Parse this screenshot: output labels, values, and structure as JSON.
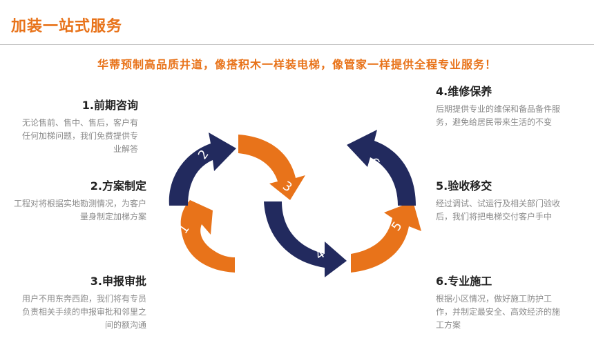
{
  "header": {
    "title": "加装一站式服务"
  },
  "slogan": "华蒂预制高品质井道，像搭积木一样装电梯，像管家一样提供全程专业服务！",
  "colors": {
    "accent_orange": "#E8731A",
    "navy": "#222A5E",
    "title_text": "#222222",
    "desc_text": "#8A8A8A"
  },
  "steps": [
    {
      "title": "1.前期咨询",
      "description": "无论售前、售中、售后，客户有任何加梯问题，我们免费提供专业解答",
      "arrow_number": "2"
    },
    {
      "title": "2.方案制定",
      "description": "工程对将根据实地勘测情况，为客户量身制定加梯方案",
      "arrow_number": "1"
    },
    {
      "title": "3.申报审批",
      "description": "用户不用东奔西跑，我们将有专员负责相关手续的申报审批和邻里之间的额沟通",
      "arrow_number": "3"
    },
    {
      "title": "4.维修保养",
      "description": "后期提供专业的维保和备品备件服务，避免给居民带来生活的不变",
      "arrow_number": "6"
    },
    {
      "title": "5.验收移交",
      "description": "经过调试、试运行及相关部门验收后，我们将把电梯交付客户手中",
      "arrow_number": "5"
    },
    {
      "title": "6.专业施工",
      "description": "根据小区情况，做好施工防护工作，并制定最安全、高效经济的施工方案",
      "arrow_number": "4"
    }
  ]
}
